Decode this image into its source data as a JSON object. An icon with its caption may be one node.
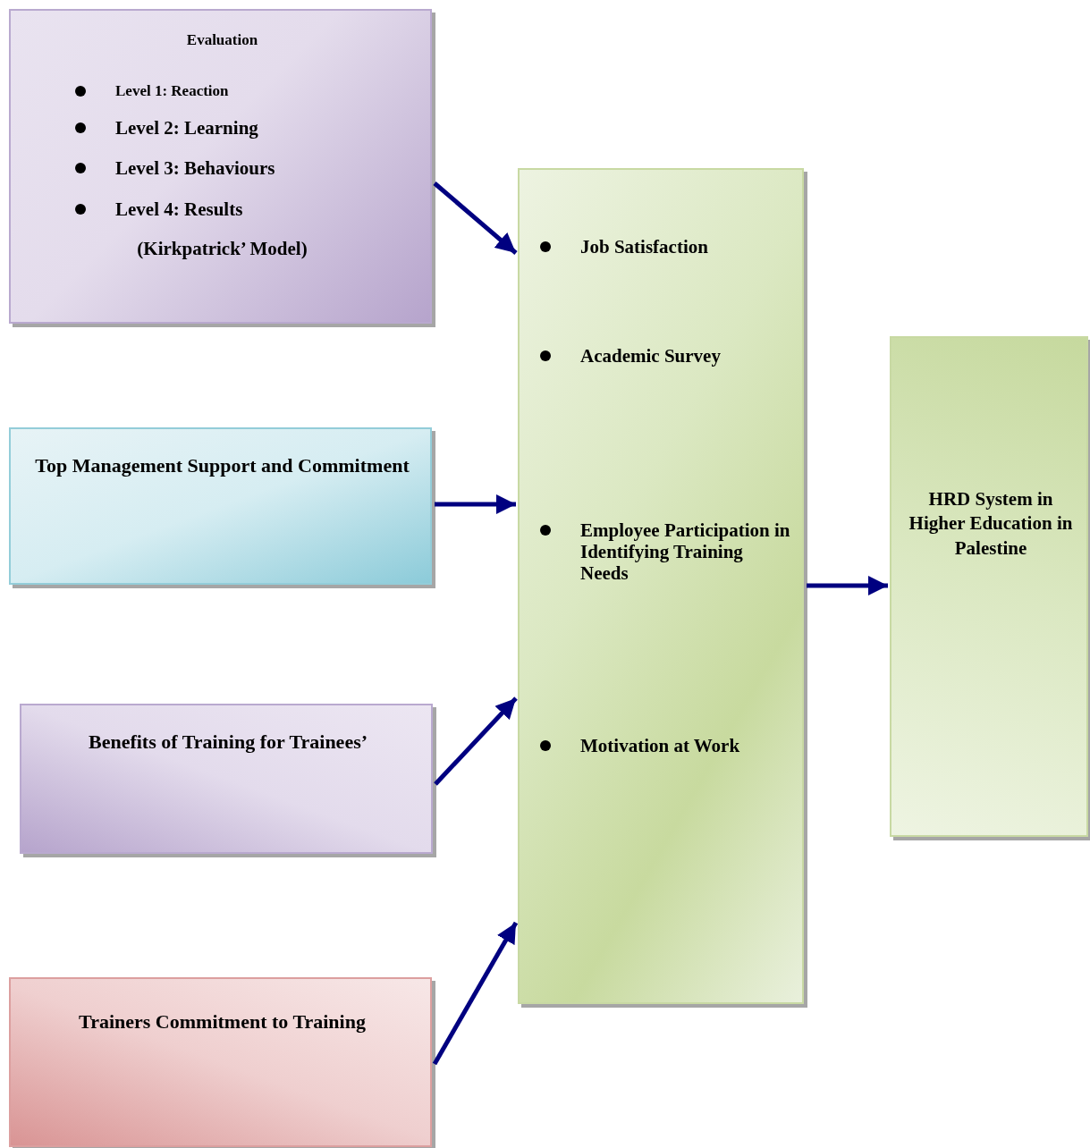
{
  "diagram": {
    "nodes": [
      {
        "text": [
          "Evaluation",
          "Level 1: Reaction",
          "Level 2: Learning",
          "Level 3: Behaviours",
          "Level 4: Results",
          "(Kirkpatrick’ Model)"
        ]
      },
      {
        "text": [
          "Top Management Support and Commitment"
        ]
      },
      {
        "text": [
          "Benefits of Training for Trainees’"
        ]
      },
      {
        "text": [
          "Trainers Commitment to Training"
        ]
      },
      {
        "text": [
          "Job Satisfaction",
          "Academic Survey",
          "Employee Participation in Identifying Training Needs",
          "Motivation at Work"
        ]
      },
      {
        "text": [
          "HRD System in Higher Education in Palestine"
        ]
      }
    ],
    "edges": [
      {
        "from": 0,
        "to": 4,
        "arrow": "to"
      },
      {
        "from": 1,
        "to": 4,
        "arrow": "to"
      },
      {
        "from": 2,
        "to": 4,
        "arrow": "to"
      },
      {
        "from": 3,
        "to": 4,
        "arrow": "to"
      },
      {
        "from": 4,
        "to": 5,
        "arrow": "to"
      }
    ]
  }
}
